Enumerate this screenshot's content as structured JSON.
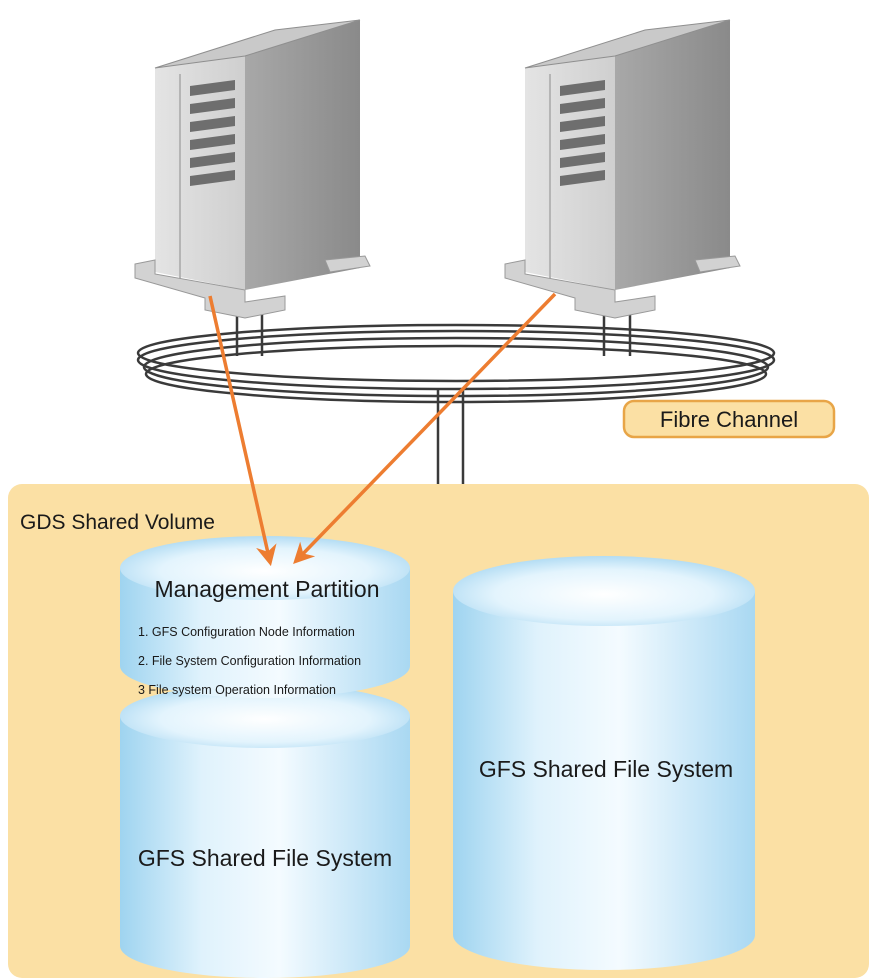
{
  "labels": {
    "fibre_channel": "Fibre Channel",
    "shared_volume": "GDS Shared Volume",
    "management_partition": "Management Partition"
  },
  "management_info": [
    "1. GFS Configuration Node Information",
    "2. File System Configuration Information",
    "3 File system Operation Information"
  ],
  "file_systems": {
    "lower_left": "GFS Shared File System",
    "right": "GFS Shared File System"
  },
  "colors": {
    "volume_area": "#fbe0a4",
    "label_badge": "#fbe0a4",
    "badge_border": "#e8a547",
    "arrow": "#ed7d31",
    "cylinder_light": "#eaf6fd",
    "cylinder_mid": "#bfe3f6",
    "cylinder_dark": "#8ccbec",
    "server_face": "#dcdcdc",
    "server_side": "#9a9a9a",
    "cable": "#3a3a3a"
  },
  "icons": [
    "server-icon",
    "server-icon",
    "fibre-channel-loop-icon"
  ]
}
